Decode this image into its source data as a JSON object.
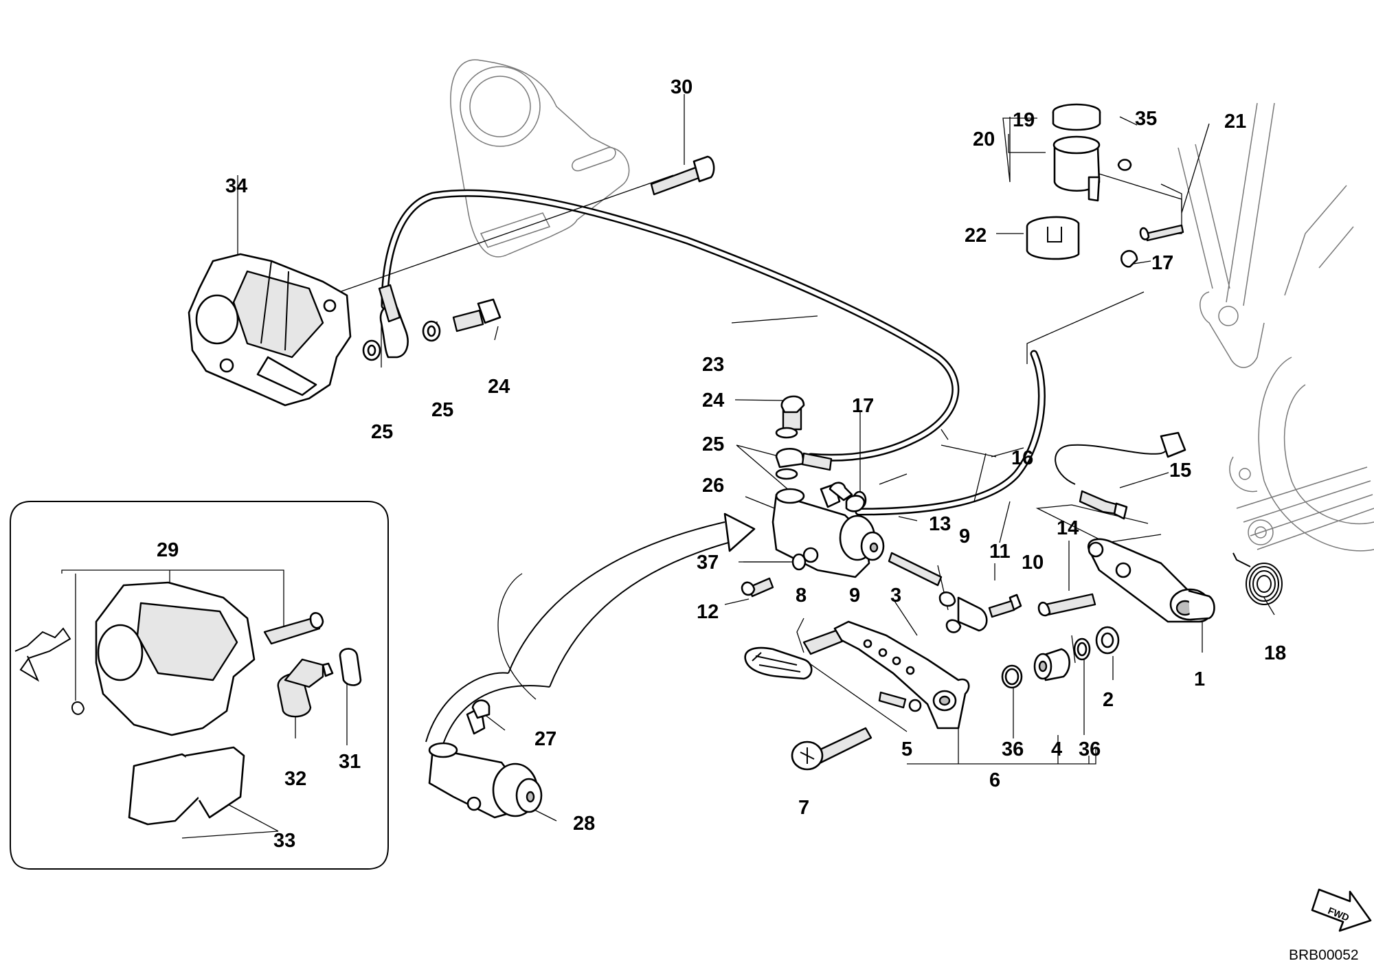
{
  "diagram": {
    "drawing_code": "BRB00052",
    "fwd_label": "FWD",
    "callouts": {
      "c1": "1",
      "c2": "2",
      "c3": "3",
      "c4": "4",
      "c5": "5",
      "c6": "6",
      "c7": "7",
      "c8": "8",
      "c9a": "9",
      "c9b": "9",
      "c10": "10",
      "c11": "11",
      "c12": "12",
      "c13": "13",
      "c14": "14",
      "c15": "15",
      "c16": "16",
      "c17a": "17",
      "c17b": "17",
      "c18": "18",
      "c19": "19",
      "c20": "20",
      "c21": "21",
      "c22": "22",
      "c23": "23",
      "c24a": "24",
      "c24b": "24",
      "c25a": "25",
      "c25b": "25",
      "c25c": "25",
      "c26": "26",
      "c27": "27",
      "c28": "28",
      "c29": "29",
      "c30": "30",
      "c31": "31",
      "c32": "32",
      "c33": "33",
      "c34": "34",
      "c35": "35",
      "c36a": "36",
      "c36b": "36",
      "c37": "37"
    }
  }
}
